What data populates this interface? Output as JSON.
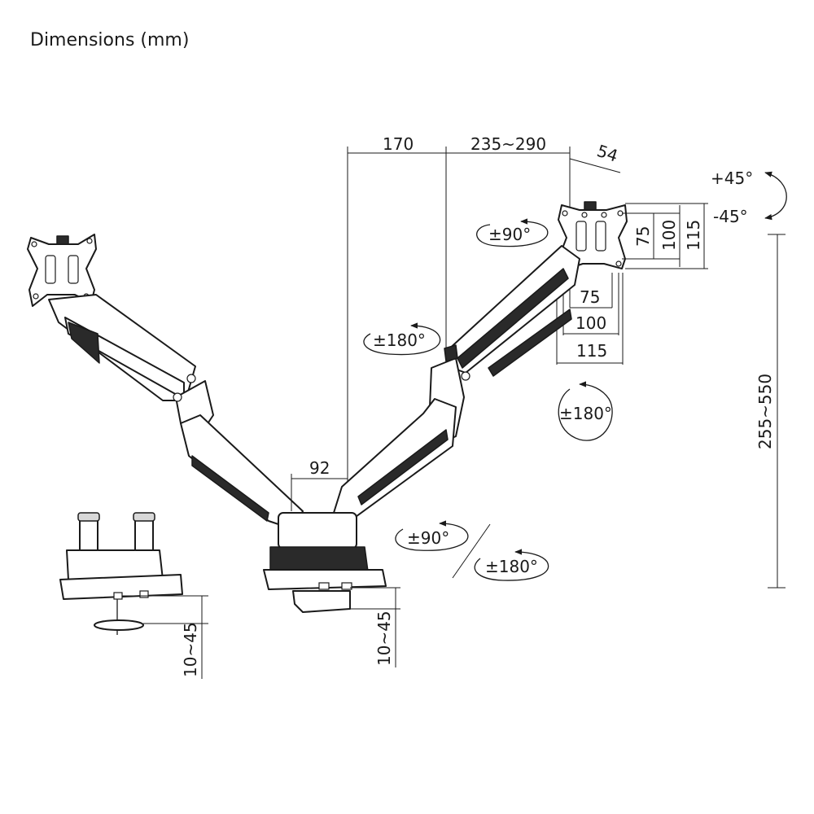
{
  "title": "Dimensions (mm)",
  "dimensions": {
    "pole_to_pivot": "170",
    "arm_extension": "235~290",
    "vesa_offset": "54",
    "vesa_height_75": "75",
    "vesa_height_100": "100",
    "vesa_height_115": "115",
    "vesa_width_75": "75",
    "vesa_width_100": "100",
    "vesa_width_115": "115",
    "height_range": "255~550",
    "arm_spacing": "92",
    "clamp_range_left": "10~45",
    "clamp_range_right": "10~45"
  },
  "rotations": {
    "tilt_up": "+45°",
    "tilt_down": "-45°",
    "rotate_90_top": "±90°",
    "swivel_180_left": "±180°",
    "swivel_180_right": "±180°",
    "rotate_90_base": "±90°",
    "swivel_180_base": "±180°"
  },
  "colors": {
    "line": "#1a1a1a",
    "fill": "#ffffff",
    "dark": "#2a2a2a"
  }
}
